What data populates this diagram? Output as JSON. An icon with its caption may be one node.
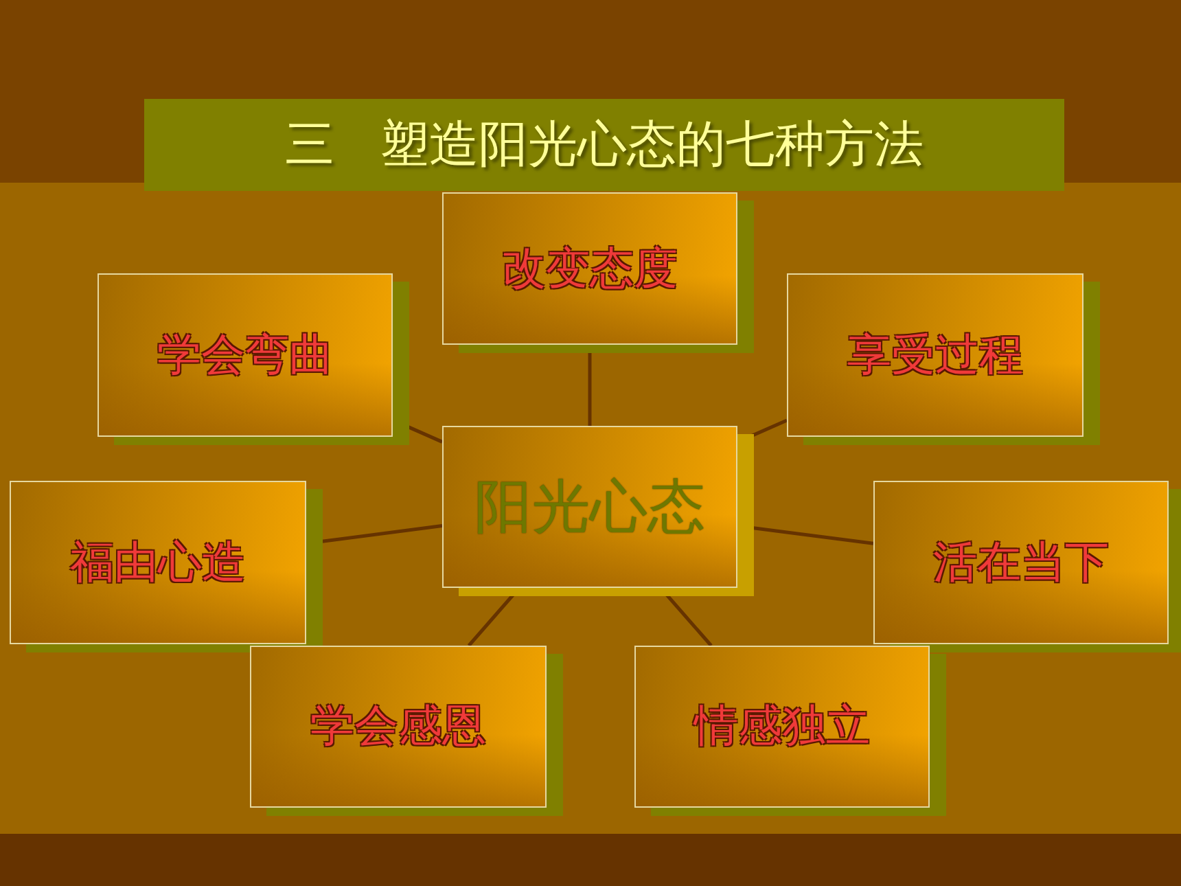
{
  "diagram": {
    "title": "三 塑造阳光心态的七种方法",
    "nodes": [
      {
        "text": [
          "改变态度"
        ]
      },
      {
        "text": [
          "学会弯曲"
        ]
      },
      {
        "text": [
          "享受过程"
        ]
      },
      {
        "text": [
          "福由心造"
        ]
      },
      {
        "text": [
          "阳光心态"
        ]
      },
      {
        "text": [
          "活在当下"
        ]
      },
      {
        "text": [
          "学会感恩"
        ]
      },
      {
        "text": [
          "情感独立"
        ]
      }
    ],
    "edges": [
      {
        "from": 4,
        "to": 0,
        "arrow": "none"
      },
      {
        "from": 4,
        "to": 1,
        "arrow": "none"
      },
      {
        "from": 4,
        "to": 2,
        "arrow": "none"
      },
      {
        "from": 4,
        "to": 3,
        "arrow": "none"
      },
      {
        "from": 4,
        "to": 5,
        "arrow": "none"
      },
      {
        "from": 4,
        "to": 6,
        "arrow": "none"
      },
      {
        "from": 4,
        "to": 7,
        "arrow": "none"
      }
    ]
  }
}
